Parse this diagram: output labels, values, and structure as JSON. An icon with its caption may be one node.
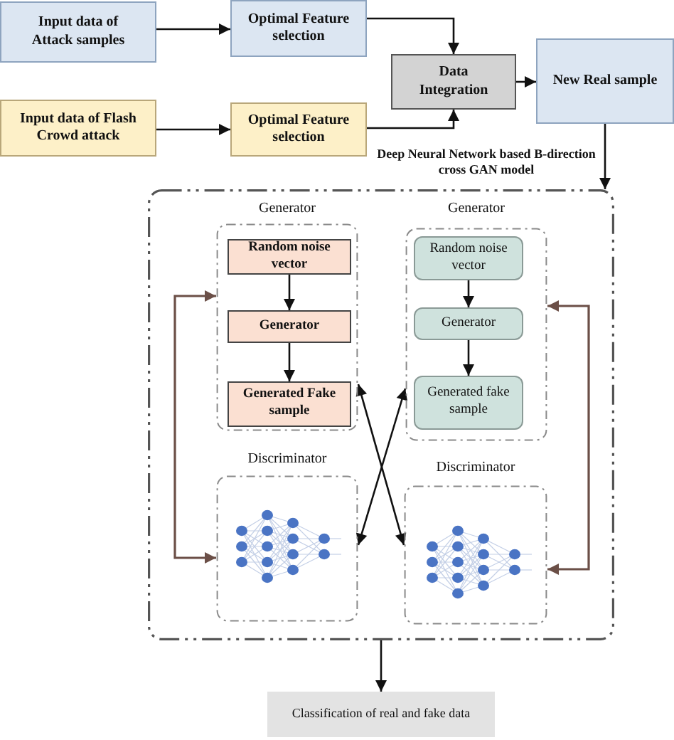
{
  "diagram": {
    "nodes": [
      {
        "text": [
          "Input data of Attack samples"
        ]
      },
      {
        "text": [
          "Optimal Feature selection"
        ]
      },
      {
        "text": [
          "Data Integration"
        ]
      },
      {
        "text": [
          "New Real sample"
        ]
      },
      {
        "text": [
          "Input data of Flash Crowd attack"
        ]
      },
      {
        "text": [
          "Optimal Feature selection"
        ]
      },
      {
        "text": [
          "Deep Neural Network based B-direction cross GAN model"
        ]
      },
      {
        "text": [
          "Generator"
        ],
        "in": 6
      },
      {
        "text": [
          "Random noise vector"
        ],
        "in": 7
      },
      {
        "text": [
          "Generator"
        ],
        "in": 7
      },
      {
        "text": [
          "Generated Fake sample"
        ],
        "in": 7
      },
      {
        "text": [
          "Generator"
        ],
        "in": 6
      },
      {
        "text": [
          "Random noise vector"
        ],
        "in": 11
      },
      {
        "text": [
          "Generator"
        ],
        "in": 11
      },
      {
        "text": [
          "Generated fake sample"
        ],
        "in": 11
      },
      {
        "text": [
          "Discriminator"
        ],
        "in": 6
      },
      {
        "text": [
          "Discriminator"
        ],
        "in": 6
      },
      {
        "text": [
          "Classification of real and fake data"
        ]
      }
    ],
    "edges": [
      {
        "from": 0,
        "to": 1,
        "arrow": "to"
      },
      {
        "from": 4,
        "to": 5,
        "arrow": "to"
      },
      {
        "from": 1,
        "to": 2,
        "arrow": "to"
      },
      {
        "from": 5,
        "to": 2,
        "arrow": "to"
      },
      {
        "from": 2,
        "to": 3,
        "arrow": "to"
      },
      {
        "from": 3,
        "to": 6,
        "arrow": "to"
      },
      {
        "from": 8,
        "to": 9,
        "arrow": "to"
      },
      {
        "from": 9,
        "to": 10,
        "arrow": "to"
      },
      {
        "from": 12,
        "to": 13,
        "arrow": "to"
      },
      {
        "from": 13,
        "to": 14,
        "arrow": "to"
      },
      {
        "from": 7,
        "to": 16,
        "arrow": "both"
      },
      {
        "from": 11,
        "to": 15,
        "arrow": "both"
      },
      {
        "from": 7,
        "to": 15,
        "arrow": "both",
        "color": "#6b4f47"
      },
      {
        "from": 11,
        "to": 16,
        "arrow": "both",
        "color": "#6b4f47"
      },
      {
        "from": 6,
        "to": 17,
        "arrow": "to"
      }
    ]
  }
}
